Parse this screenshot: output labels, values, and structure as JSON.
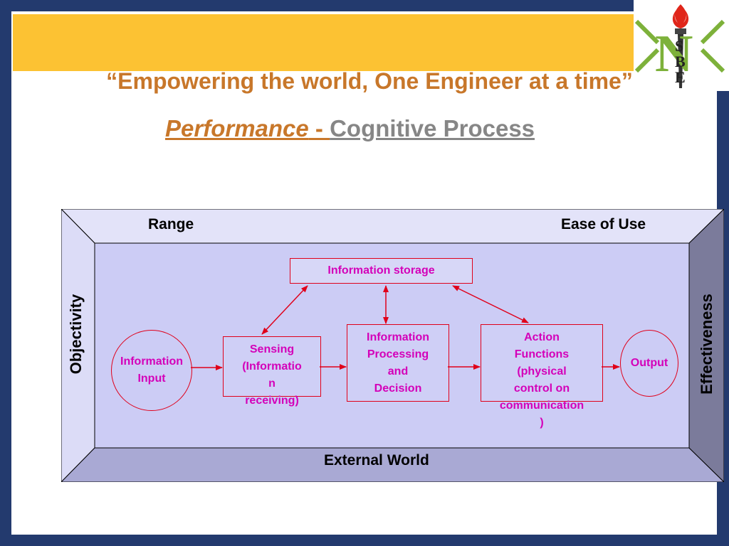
{
  "header": {
    "headline": "“Empowering the world, One Engineer at a time”",
    "title_emphasis": "Performance",
    "title_dash": " - ",
    "title_rest": "Cognitive Process "
  },
  "logo": {
    "letters": [
      "S",
      "B",
      "E"
    ],
    "center_letter": "N",
    "icon": "torch-flame-logo"
  },
  "frame_labels": {
    "top_left": "Range",
    "top_right": "Ease of Use",
    "left": "Objectivity",
    "right": "Effectiveness",
    "bottom": "External World"
  },
  "nodes": {
    "storage": "Information storage",
    "input": "Information\nInput",
    "sensing": "Sensing\n(Informatio\nn\nreceiving)",
    "processing": "Information\nProcessing\nand\nDecision",
    "action": "Action\nFunctions\n(physical\ncontrol on\ncommunication\n)",
    "output": "Output"
  },
  "colors": {
    "background": "#233a6e",
    "banner": "#fcc233",
    "headline": "#c8772a",
    "subtitle_gray": "#868686",
    "node_text": "#d400b9",
    "arrow": "#e0001a",
    "panel_inner": "#ccccf5",
    "panel_top": "#e3e3f9",
    "panel_left": "#dcdcf7",
    "panel_bottom": "#a9a9d4",
    "panel_right": "#7b7b9b"
  }
}
